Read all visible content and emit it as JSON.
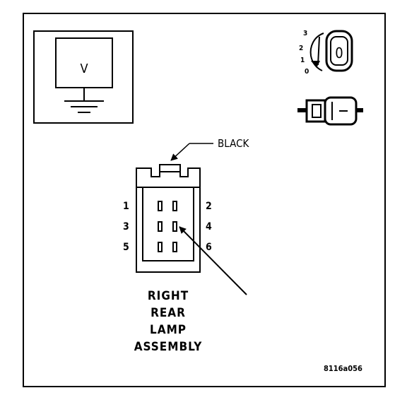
{
  "meter": {
    "symbol": "V"
  },
  "ignition": {
    "positions": [
      "3",
      "2",
      "1",
      "0"
    ],
    "key_symbol": "0"
  },
  "connector": {
    "wire_color": "BLACK",
    "pins": [
      "1",
      "2",
      "3",
      "4",
      "5",
      "6"
    ]
  },
  "title_lines": [
    "RIGHT",
    "REAR",
    "LAMP",
    "ASSEMBLY"
  ],
  "figure_code": "8116a056"
}
